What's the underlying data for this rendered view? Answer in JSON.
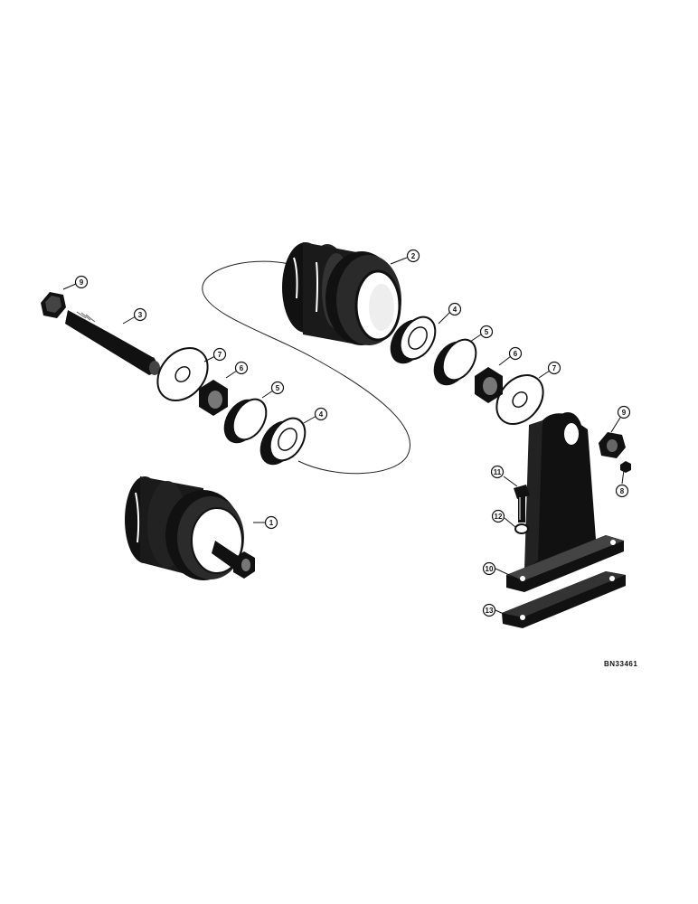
{
  "diagram": {
    "drawing_code": "BN33461",
    "callouts": [
      {
        "id": "c1",
        "label": "1",
        "part": "track-roller-assembly"
      },
      {
        "id": "c2",
        "label": "2",
        "part": "roller"
      },
      {
        "id": "c3",
        "label": "3",
        "part": "shaft"
      },
      {
        "id": "c4a",
        "label": "4",
        "part": "ball-bearing-right"
      },
      {
        "id": "c4b",
        "label": "4",
        "part": "ball-bearing-left"
      },
      {
        "id": "c5a",
        "label": "5",
        "part": "seal-right"
      },
      {
        "id": "c5b",
        "label": "5",
        "part": "seal-left"
      },
      {
        "id": "c6a",
        "label": "6",
        "part": "spacer-right"
      },
      {
        "id": "c6b",
        "label": "6",
        "part": "spacer-left"
      },
      {
        "id": "c7a",
        "label": "7",
        "part": "washer-right"
      },
      {
        "id": "c7b",
        "label": "7",
        "part": "washer-left"
      },
      {
        "id": "c8",
        "label": "8",
        "part": "fitting"
      },
      {
        "id": "c9a",
        "label": "9",
        "part": "nut-left"
      },
      {
        "id": "c9b",
        "label": "9",
        "part": "nut-right"
      },
      {
        "id": "c10",
        "label": "10",
        "part": "bracket"
      },
      {
        "id": "c11",
        "label": "11",
        "part": "bolt"
      },
      {
        "id": "c12",
        "label": "12",
        "part": "lock-washer"
      },
      {
        "id": "c13",
        "label": "13",
        "part": "plate"
      }
    ]
  }
}
